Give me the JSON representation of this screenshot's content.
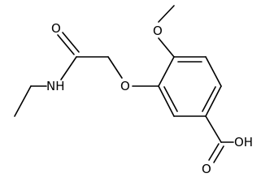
{
  "diagram": {
    "labels": {
      "methoxy_oxygen": "O",
      "ether_oxygen": "O",
      "amide_oxygen": "O",
      "amide_nitrogen": "NH",
      "acid_carbonyl_oxygen": "O",
      "acid_hydroxyl": "OH"
    },
    "colors": {
      "bond": "#000000",
      "text": "#000000",
      "background": "#ffffff"
    }
  }
}
